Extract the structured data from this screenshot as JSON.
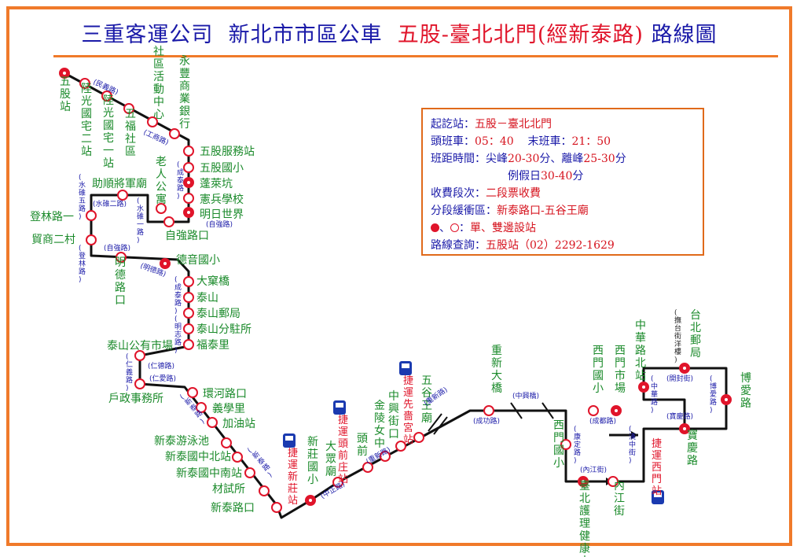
{
  "title": {
    "company": "三重客運公司",
    "category": "新北市市區公車",
    "route": "五股-臺北北門(經新泰路)",
    "suffix": "路線圖"
  },
  "info": {
    "terminals_label": "起訖站：",
    "terminals": "五股－臺北北門",
    "first_label": "頭班車：",
    "first": "05：40",
    "last_label": "末班車：",
    "last": "21：50",
    "headway_label": "班距時間：",
    "peak_prefix": "尖峰",
    "peak": "20-30",
    "peak_unit": "分、",
    "offpeak_prefix": "離峰",
    "offpeak": "25-30",
    "offpeak_unit": "分",
    "holiday_prefix": "例假日",
    "holiday": "30-40",
    "holiday_unit": "分",
    "fare_label": "收費段次：",
    "fare": "二段票收費",
    "buffer_label": "分段緩衝區：",
    "buffer": "新泰路口-五谷王廟",
    "legend_sep": "、",
    "legend_label": "：",
    "legend": "單、雙邊設站",
    "query_label": "路線查詢：",
    "query": "五股站（02）2292-1629"
  },
  "colors": {
    "route_line": "#111111",
    "stop_fill": "#ffffff",
    "stop_stroke": "#e0142a",
    "stop_one_side": "#e0142a",
    "stop_label": "#1a8a2a",
    "road_label": "#1a1aa8",
    "mrt_label": "#e0142a",
    "frame": "#f07a2a"
  },
  "stops": {
    "wugu": "五股站",
    "luguang2": "陸光國宅二站",
    "luguang1": "陸光國宅一站",
    "wufu": "五福社區",
    "community": "社區活動中心",
    "yongfeng": "永豐商業銀行",
    "wugu_service": "五股服務站",
    "wugu_elem": "五股國小",
    "penglai": "蓬萊坑",
    "mp_school": "憲兵學校",
    "mingri": "明日世界",
    "ziqiang_jct": "自強路口",
    "elderly": "老人公寓",
    "zhushun": "助順將軍廟",
    "denglin": "登林路一",
    "maoshang": "貿商二村",
    "mingde": "明德路口",
    "deyin": "德音國小",
    "dayao": "大窠橋",
    "taishan": "泰山",
    "taishan_post": "泰山郵局",
    "taishan_office": "泰山分駐所",
    "futai": "福泰里",
    "taishan_market": "泰山公有市場",
    "household": "戶政事務所",
    "huanhe": "環河路口",
    "yixue": "義學里",
    "gas": "加油站",
    "pool": "新泰游泳池",
    "xt_middle": "新泰國中北站",
    "xt_south": "新泰國中南站",
    "testing": "材試所",
    "xt_jct": "新泰路口",
    "xz_elem": "新莊國小",
    "dazhong": "大眾廟",
    "touqian": "頭前",
    "jinling": "金陵女中",
    "zhongxing_jct": "中興街口",
    "wugu_temple": "五谷王廟",
    "chongxin": "重新大橋",
    "ximen_school": "西門國小",
    "ximen_school2": "西門國小",
    "ximen_market": "西門市場",
    "ntu_health": "臺北護理健康大學",
    "neijiang": "內江街",
    "zhonghua_n": "中華路北站",
    "mrt_ximen": "捷運西門站",
    "baoqing": "寶慶路",
    "boai": "博愛路",
    "mrt_xinzhuang": "捷運新莊站",
    "mrt_touqianzhuang": "捷運頭前庄站",
    "mrt_xianse": "捷運先嗇宮站",
    "taipei_post": "台北郵局",
    "post_sub": "(撫台街洋樓)"
  },
  "roads": {
    "minyi": "(民義路)",
    "gongshang": "(工商路)",
    "chengtai": "(成泰路)",
    "ziqiang": "(自強路)",
    "shuibi2": "(水碓二路)",
    "shuibi5": "(水碓五路)",
    "shuibi1": "(水碓一路)",
    "ziqiang2": "(自強路)",
    "denglin": "(登林路)",
    "mingde": "(明德路)",
    "chengtai2": "(成泰路)",
    "mingzhi": "(明志路)",
    "ren_yi": "(仁義路)",
    "ren_de": "(仁德路)",
    "ren_ai": "(仁愛路)",
    "xintai": "(新泰路)",
    "xintai2": "(新泰路)",
    "zhongzheng": "(中正路)",
    "chongxin": "(重新路)",
    "chongxin2": "(重新路)",
    "chenggong": "(成功路)",
    "zhongxing_br": "(中興橋)",
    "chengdu": "(成都路)",
    "kangding": "(康定路)",
    "neijiang": "(內江街)",
    "hankou": "(漢中街)",
    "zhonghua": "(中華路)",
    "kaifeng": "(開封街)",
    "baoqing": "(寶慶路)",
    "boai": "(博愛路)"
  }
}
